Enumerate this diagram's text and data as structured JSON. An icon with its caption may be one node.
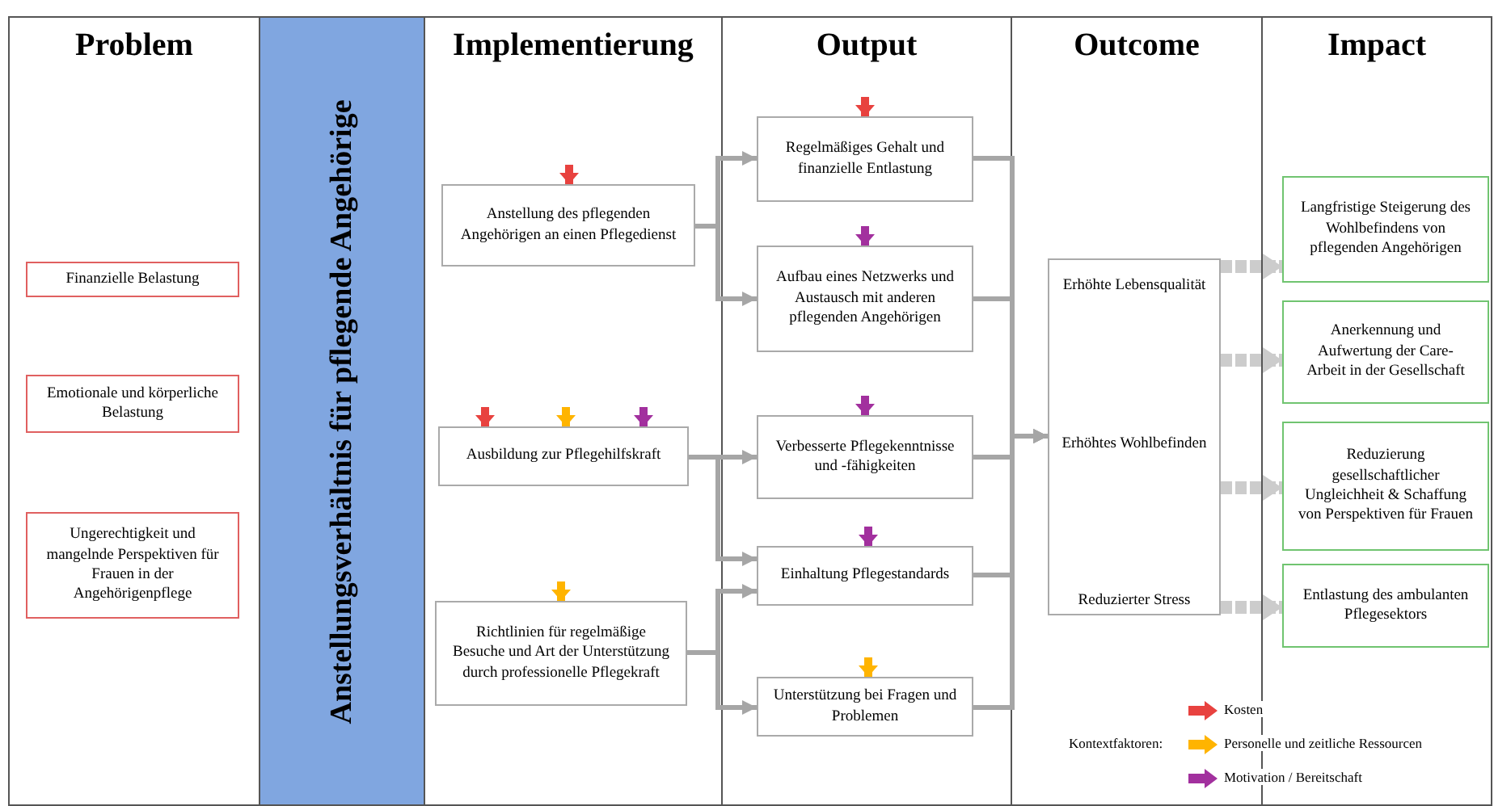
{
  "diagram": {
    "nodes": [
      {
        "text": [
          "Problem"
        ]
      },
      {
        "text": [
          "Finanzielle Belastung"
        ],
        "in": 0
      },
      {
        "text": [
          "Emotionale und körperliche Belastung"
        ],
        "in": 0
      },
      {
        "text": [
          "Ungerechtigkeit und mangelnde Perspektiven für Frauen in der Angehörigenpflege"
        ],
        "in": 0
      },
      {
        "text": [
          "Anstellungsverhältnis für pflegende Angehörige"
        ]
      },
      {
        "text": [
          "Implementierung"
        ]
      },
      {
        "text": [
          "Anstellung des pflegenden Angehörigen an einen Pflegedienst"
        ],
        "in": 5
      },
      {
        "text": [
          "Ausbildung zur Pflegehilfskraft"
        ],
        "in": 5
      },
      {
        "text": [
          "Richtlinien für regelmäßige Besuche und Art der Unterstützung durch professionelle Pflegekraft"
        ],
        "in": 5
      },
      {
        "text": [
          "Output"
        ]
      },
      {
        "text": [
          "Regelmäßiges Gehalt und finanzielle Entlastung"
        ],
        "in": 9
      },
      {
        "text": [
          "Aufbau eines Netzwerks und Austausch mit anderen pflegenden Angehörigen"
        ],
        "in": 9
      },
      {
        "text": [
          "Verbesserte Pflegekenntnisse und -fähigkeiten"
        ],
        "in": 9
      },
      {
        "text": [
          "Einhaltung Pflegestandards"
        ],
        "in": 9
      },
      {
        "text": [
          "Unterstützung bei Fragen und Problemen"
        ],
        "in": 9
      },
      {
        "text": [
          "Outcome"
        ]
      },
      {
        "text": [
          "Erhöhte Lebensqualität",
          "Erhöhtes Wohlbefinden",
          "Reduzierter Stress"
        ],
        "in": 15
      },
      {
        "text": [
          "Impact"
        ]
      },
      {
        "text": [
          "Langfristige Steigerung des Wohlbefindens von pflegenden Angehörigen"
        ],
        "in": 17
      },
      {
        "text": [
          "Anerkennung und Aufwertung der Care-Arbeit in der Gesellschaft"
        ],
        "in": 17
      },
      {
        "text": [
          "Reduzierung gesellschaftlicher Ungleichheit & Schaffung von Perspektiven für Frauen"
        ],
        "in": 17
      },
      {
        "text": [
          "Entlastung des ambulanten Pflegesektors"
        ],
        "in": 17
      }
    ],
    "edges": [
      {
        "from": 6,
        "to": 10,
        "arrow": "to"
      },
      {
        "from": 6,
        "to": 11,
        "arrow": "to"
      },
      {
        "from": 7,
        "to": 12,
        "arrow": "to"
      },
      {
        "from": 7,
        "to": 13,
        "arrow": "to"
      },
      {
        "from": 8,
        "to": 13,
        "arrow": "to"
      },
      {
        "from": 8,
        "to": 14,
        "arrow": "to"
      },
      {
        "from": 10,
        "to": 16,
        "arrow": "to"
      },
      {
        "from": 11,
        "to": 16,
        "arrow": "to"
      },
      {
        "from": 12,
        "to": 16,
        "arrow": "to"
      },
      {
        "from": 13,
        "to": 16,
        "arrow": "to"
      },
      {
        "from": 14,
        "to": 16,
        "arrow": "to"
      },
      {
        "from": 16,
        "to": 18,
        "arrow": "to",
        "style": "dashed",
        "color": "#cccccc"
      },
      {
        "from": 16,
        "to": 19,
        "arrow": "to",
        "style": "dashed",
        "color": "#cccccc"
      },
      {
        "from": 16,
        "to": 20,
        "arrow": "to",
        "style": "dashed",
        "color": "#cccccc"
      },
      {
        "from": 16,
        "to": 21,
        "arrow": "to",
        "style": "dashed",
        "color": "#cccccc"
      },
      {
        "from": null,
        "to": 6,
        "arrow": "to",
        "color": "#e8423f"
      },
      {
        "from": null,
        "to": 7,
        "arrow": "to",
        "color": "#e8423f"
      },
      {
        "from": null,
        "to": 7,
        "arrow": "to",
        "color": "#ffb400"
      },
      {
        "from": null,
        "to": 7,
        "arrow": "to",
        "color": "#a2309e"
      },
      {
        "from": null,
        "to": 8,
        "arrow": "to",
        "color": "#ffb400"
      },
      {
        "from": null,
        "to": 10,
        "arrow": "to",
        "color": "#e8423f"
      },
      {
        "from": null,
        "to": 11,
        "arrow": "to",
        "color": "#a2309e"
      },
      {
        "from": null,
        "to": 12,
        "arrow": "to",
        "color": "#a2309e"
      },
      {
        "from": null,
        "to": 13,
        "arrow": "to",
        "color": "#a2309e"
      },
      {
        "from": null,
        "to": 14,
        "arrow": "to",
        "color": "#ffb400"
      }
    ],
    "labels": [
      "Kontextfaktoren:"
    ],
    "legend": [
      {
        "text": "Kosten",
        "color": "#e8423f"
      },
      {
        "text": "Personelle und zeitliche Ressourcen",
        "color": "#ffb400"
      },
      {
        "text": "Motivation / Bereitschaft",
        "color": "#a2309e"
      }
    ]
  }
}
